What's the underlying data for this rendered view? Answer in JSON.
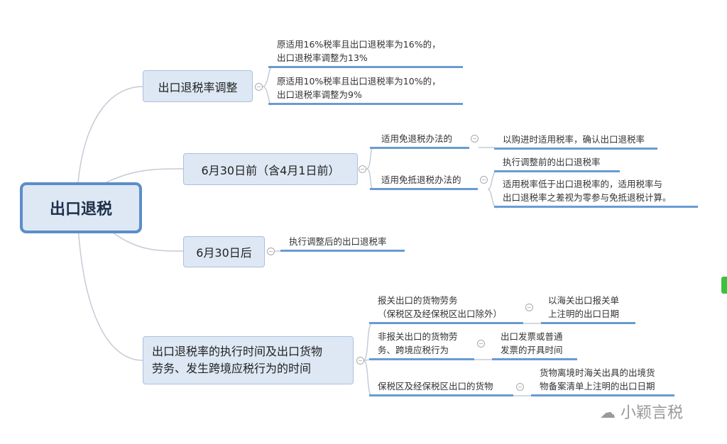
{
  "root": "出口退税",
  "branches": [
    {
      "label": "出口退税率调整",
      "children": [
        "原适用16%税率且出口退税率为16%的，\n出口退税率调整为13%",
        "原适用10%税率且出口退税率为10%的，\n出口退税率调整为9%"
      ]
    },
    {
      "label": "6月30日前（含4月1日前）",
      "children": [
        {
          "label": "适用免退税办法的",
          "children": [
            "以购进时适用税率，确认出口退税率"
          ]
        },
        {
          "label": "适用免抵退税办法的",
          "children": [
            "执行调整前的出口退税率",
            "适用税率低于出口退税率的，适用税率与\n出口退税率之差视为零参与免抵退税计算。"
          ]
        }
      ]
    },
    {
      "label": "6月30日后",
      "children": [
        "执行调整后的出口退税率"
      ]
    },
    {
      "label": "出口退税率的执行时间及出口货物\n劳务、发生跨境应税行为的时间",
      "children": [
        {
          "label": "报关出口的货物劳务\n（保税区及经保税区出口除外）",
          "children": [
            "以海关出口报关单\n上注明的出口日期"
          ]
        },
        {
          "label": "非报关出口的货物劳\n务、跨境应税行为",
          "children": [
            "出口发票或普通\n发票的开具时间"
          ]
        },
        {
          "label": "保税区及经保税区出口的货物",
          "children": [
            "货物离境时海关出具的出境货\n物备案清单上注明的出口日期"
          ]
        }
      ]
    }
  ],
  "watermark": "小颖言税"
}
